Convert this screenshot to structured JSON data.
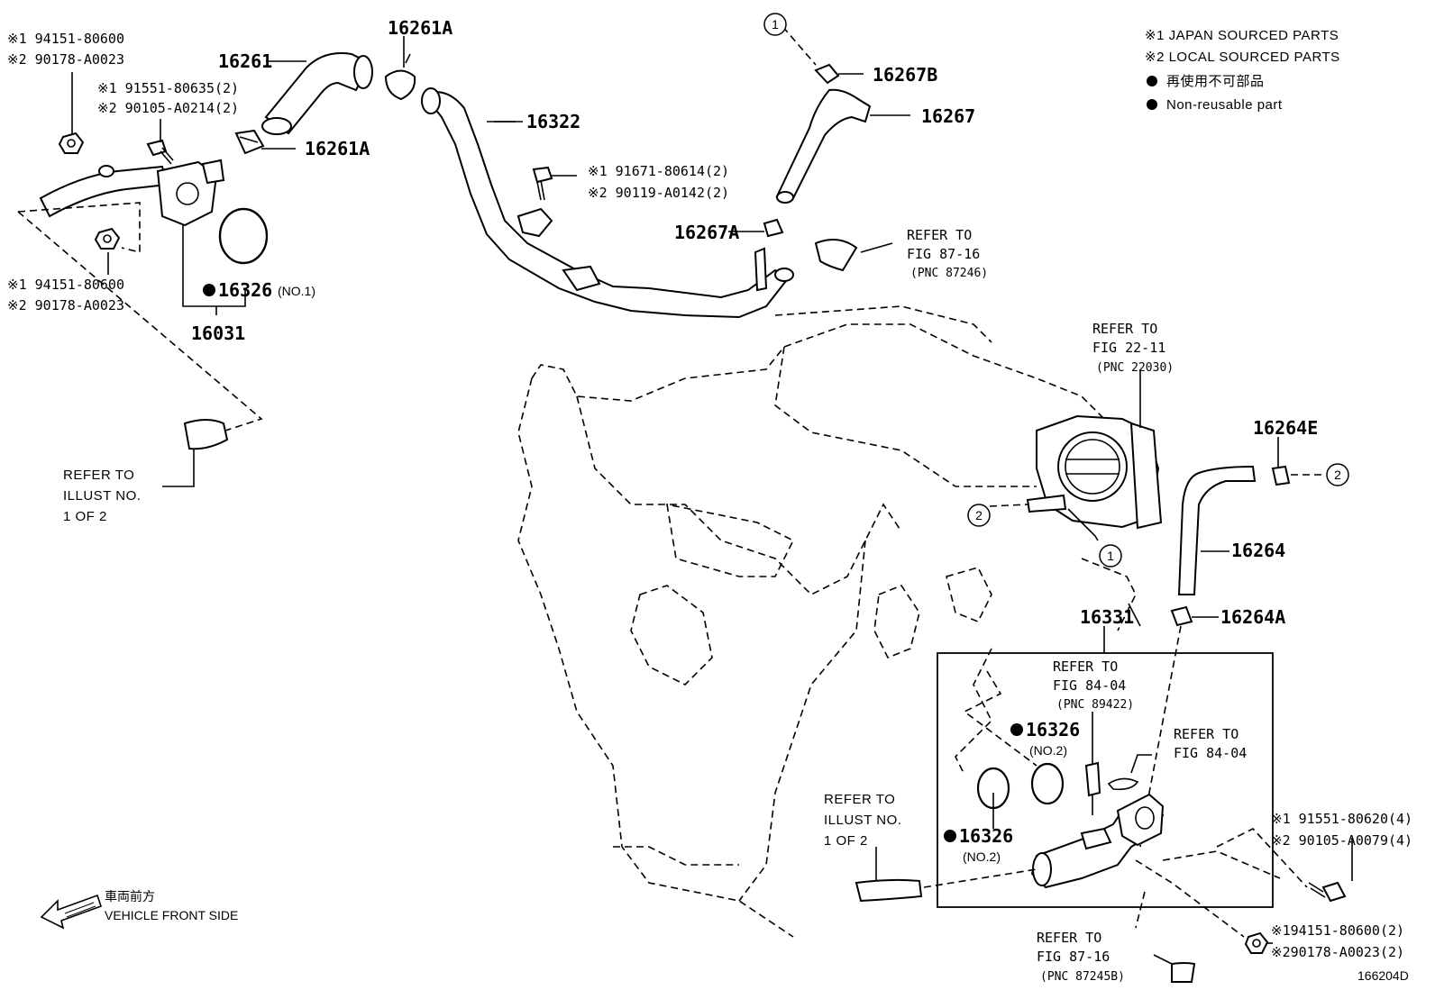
{
  "legend": {
    "japan": "※1 JAPAN SOURCED PARTS",
    "local": "※2 LOCAL SOURCED PARTS",
    "nonreuse_jp": "再使用不可部品",
    "nonreuse_en": "Non-reusable part"
  },
  "callouts": {
    "p16261": "16261",
    "p16261a_top": "16261A",
    "p16261a": "16261A",
    "p16322": "16322",
    "p16267b": "16267B",
    "p16267": "16267",
    "p16267a": "16267A",
    "p16031": "16031",
    "p16326_no1": "16326",
    "no1": "(NO.1)",
    "p16264e": "16264E",
    "p16264": "16264",
    "p16264a": "16264A",
    "p16331": "16331",
    "p16326_no2a": "16326",
    "no2a": "(NO.2)",
    "p16326_no2b": "16326",
    "no2b": "(NO.2)"
  },
  "fasteners": {
    "tl_1": "※1 94151-80600",
    "tl_2": "※2 90178-A0023",
    "bolt1_1": "※1 91551-80635(2)",
    "bolt1_2": "※2 90105-A0214(2)",
    "nut2_1": "※1 94151-80600",
    "nut2_2": "※2 90178-A0023",
    "bolt3_1": "※1 91671-80614(2)",
    "bolt3_2": "※2 90119-A0142(2)",
    "br_bolt_1": "※1 91551-80620(4)",
    "br_bolt_2": "※2 90105-A0079(4)",
    "br_nut_1": "※194151-80600(2)",
    "br_nut_2": "※290178-A0023(2)"
  },
  "refs": {
    "r8716_a": "REFER TO",
    "r8716_b": "FIG 87-16",
    "r8716_c": "(PNC 87246)",
    "r2211_a": "REFER TO",
    "r2211_b": "FIG 22-11",
    "r2211_c": "(PNC 22030)",
    "illust1_a": "REFER TO",
    "illust1_b": "ILLUST NO.",
    "illust1_c": "1 OF 2",
    "r8404a_a": "REFER TO",
    "r8404a_b": "FIG 84-04",
    "r8404a_c": "(PNC 89422)",
    "r8404b_a": "REFER TO",
    "r8404b_b": "FIG 84-04",
    "illust2_a": "REFER TO",
    "illust2_b": "ILLUST NO.",
    "illust2_c": "1 OF 2",
    "r8716b_a": "REFER TO",
    "r8716b_b": "FIG 87-16",
    "r8716b_c": "(PNC 87245B)"
  },
  "circles": {
    "c1_top": "1",
    "c2_right": "2",
    "c2_left": "2",
    "c1_mid": "1"
  },
  "front": {
    "jp": "車両前方",
    "en": "VEHICLE FRONT SIDE"
  },
  "figure_id": "166204D"
}
